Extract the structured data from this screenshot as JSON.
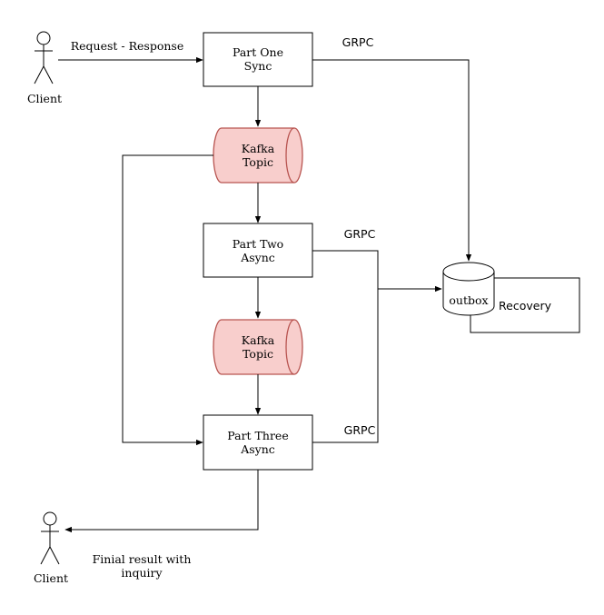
{
  "colors": {
    "kafka_fill": "#f8cecc",
    "kafka_stroke": "#b85450",
    "line": "#000000",
    "background": "#ffffff"
  },
  "actors": {
    "client_top": {
      "label": "Client"
    },
    "client_bottom": {
      "label": "Client"
    }
  },
  "nodes": {
    "part_one": {
      "line1": "Part One",
      "line2": "Sync"
    },
    "kafka_topic_1": {
      "line1": "Kafka",
      "line2": "Topic"
    },
    "part_two": {
      "line1": "Part Two",
      "line2": "Async"
    },
    "kafka_topic_2": {
      "line1": "Kafka",
      "line2": "Topic"
    },
    "part_three": {
      "line1": "Part Three",
      "line2": "Async"
    },
    "outbox": {
      "label": "outbox"
    },
    "recovery": {
      "label": "Recovery"
    }
  },
  "edges": {
    "request_response": "Request - Response",
    "grpc_part_one": "GRPC",
    "grpc_part_two": "GRPC",
    "grpc_part_three": "GRPC",
    "final_result_line1": "Finial result with",
    "final_result_line2": "inquiry"
  }
}
